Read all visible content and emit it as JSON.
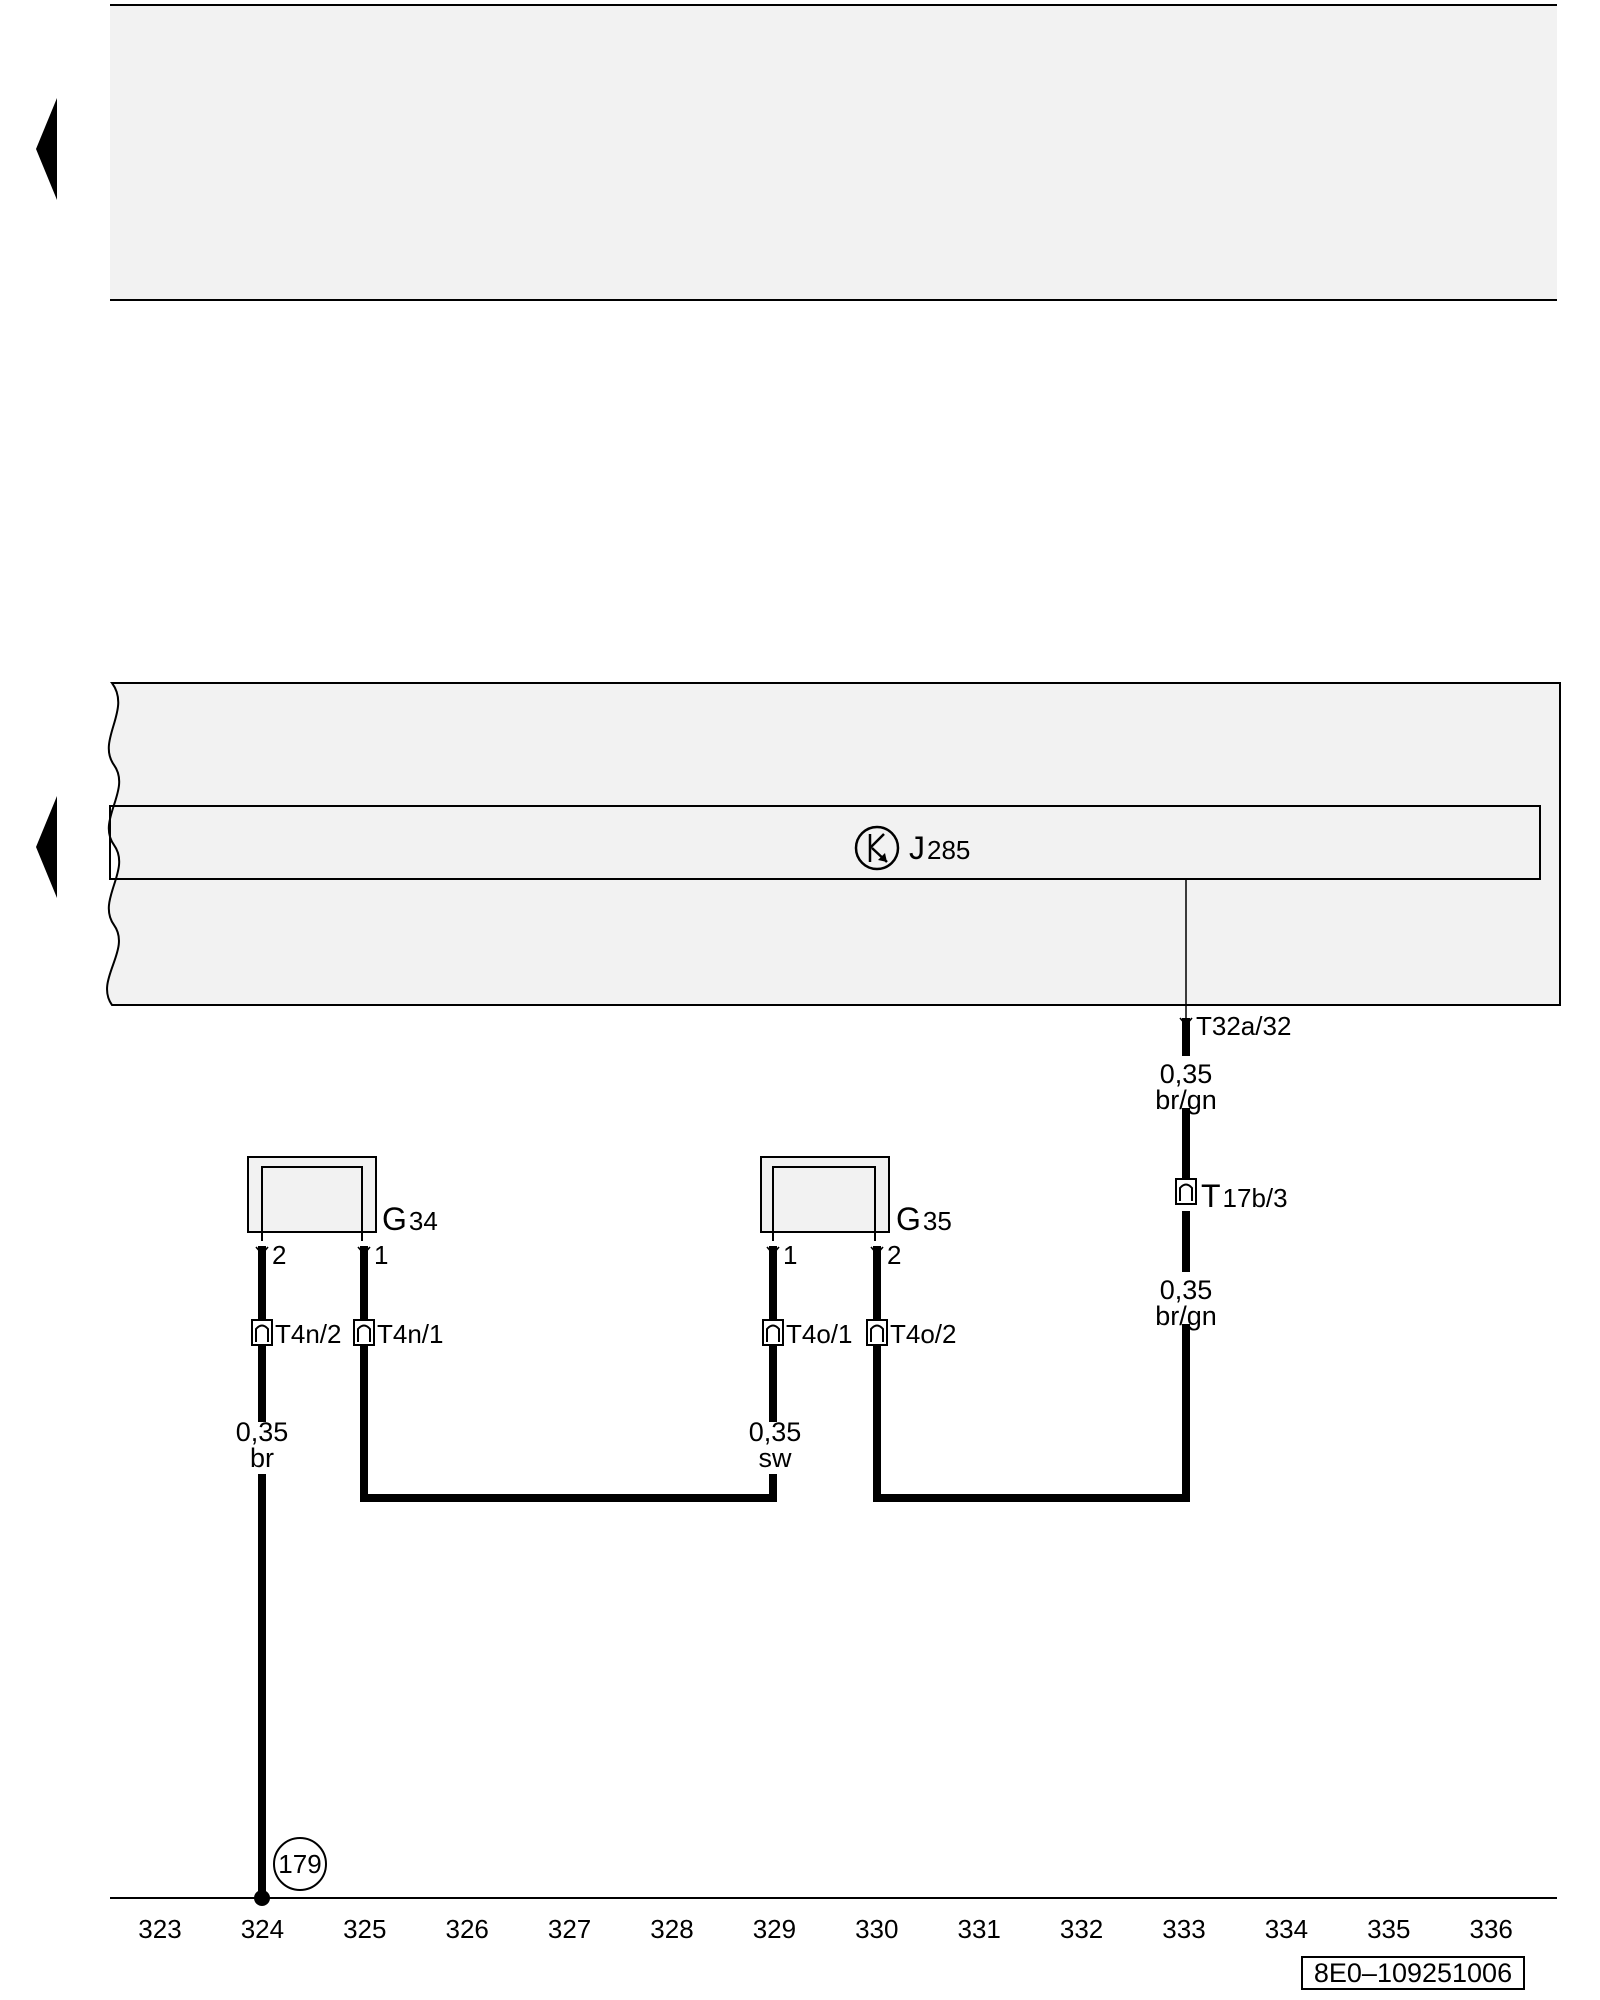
{
  "colors": {
    "panel": "#f2f2f2",
    "line": "#000000",
    "background": "#ffffff"
  },
  "icons": {
    "nav_marker": "left-triangle-icon",
    "control_unit": "k-circle-icon",
    "ground": "ground-point-icon"
  },
  "control_unit": {
    "letter": "J",
    "number": "285"
  },
  "components": [
    {
      "letter": "G",
      "number": "34",
      "pin_a": "2",
      "pin_b": "1"
    },
    {
      "letter": "G",
      "number": "35",
      "pin_a": "1",
      "pin_b": "2"
    }
  ],
  "connectors": {
    "t32a": "T32a/32",
    "t17b_prefix": "T",
    "t17b_rest": "17b/3",
    "t4n2": "T4n/2",
    "t4n1": "T4n/1",
    "t4o1": "T4o/1",
    "t4o2": "T4o/2"
  },
  "wires": {
    "w1": {
      "size": "0,35",
      "color": "br/gn"
    },
    "w2": {
      "size": "0,35",
      "color": "br/gn"
    },
    "w3": {
      "size": "0,35",
      "color": "br"
    },
    "w4": {
      "size": "0,35",
      "color": "sw"
    }
  },
  "ground": {
    "number": "179"
  },
  "track_numbers": [
    "323",
    "324",
    "325",
    "326",
    "327",
    "328",
    "329",
    "330",
    "331",
    "332",
    "333",
    "334",
    "335",
    "336"
  ],
  "diagram_code": "8E0–109251006"
}
